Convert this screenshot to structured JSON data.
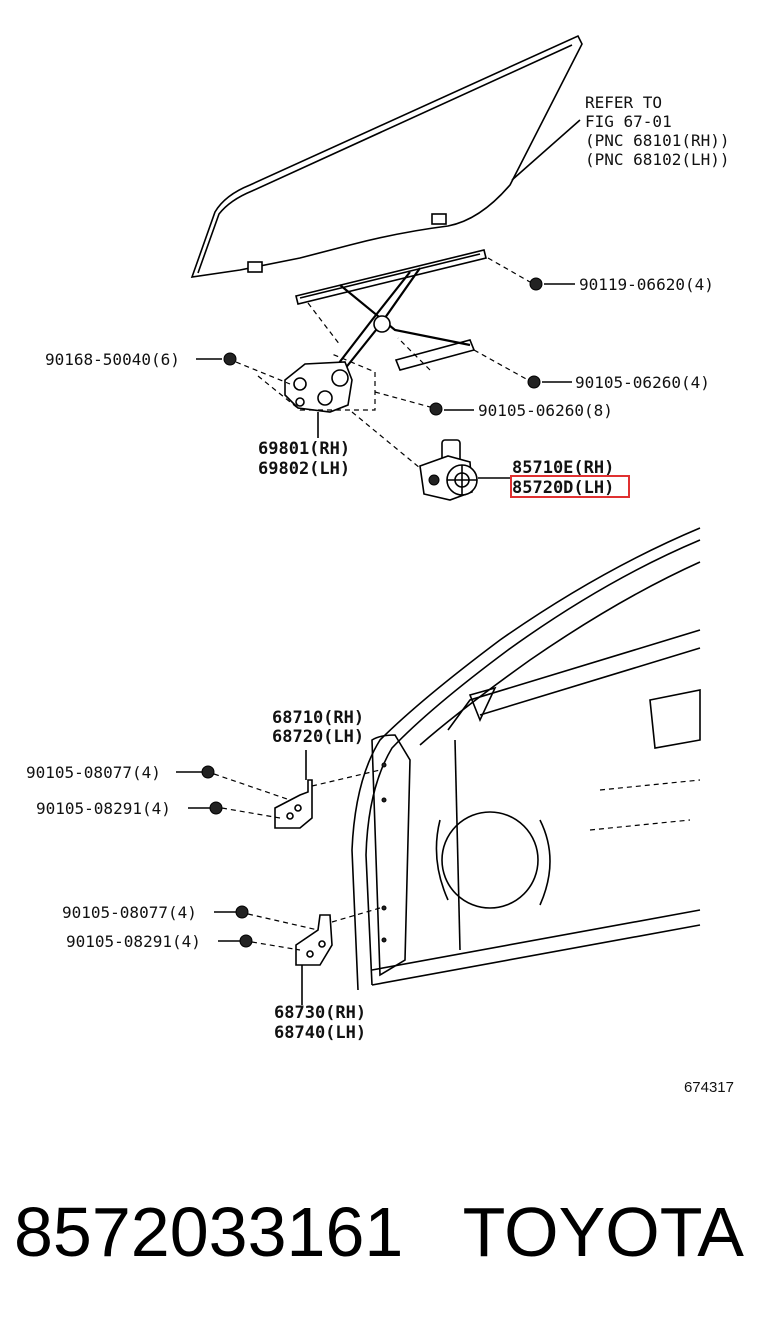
{
  "refer": {
    "line1": "REFER TO",
    "line2": "FIG 67-01",
    "line3": "(PNC 68101(RH))",
    "line4": "(PNC 68102(LH))"
  },
  "callouts": {
    "bolt_90119": "90119-06620(4)",
    "bolt_90168": "90168-50040(6)",
    "bolt_90105_06260_4": "90105-06260(4)",
    "bolt_90105_06260_8": "90105-06260(8)",
    "regulator_rh": "69801(RH)",
    "regulator_lh": "69802(LH)",
    "motor_rh": "85710E(RH)",
    "motor_lh": "85720D(LH)",
    "upper_hinge_rh": "68710(RH)",
    "upper_hinge_lh": "68720(LH)",
    "upper_bolt_a": "90105-08077(4)",
    "upper_bolt_b": "90105-08291(4)",
    "lower_bolt_a": "90105-08077(4)",
    "lower_bolt_b": "90105-08291(4)",
    "lower_hinge_rh": "68730(RH)",
    "lower_hinge_lh": "68740(LH)"
  },
  "highlight_color": "#e03030",
  "figure_number": "674317",
  "footer": {
    "part_number": "8572033161",
    "brand": "TOYOTA"
  }
}
